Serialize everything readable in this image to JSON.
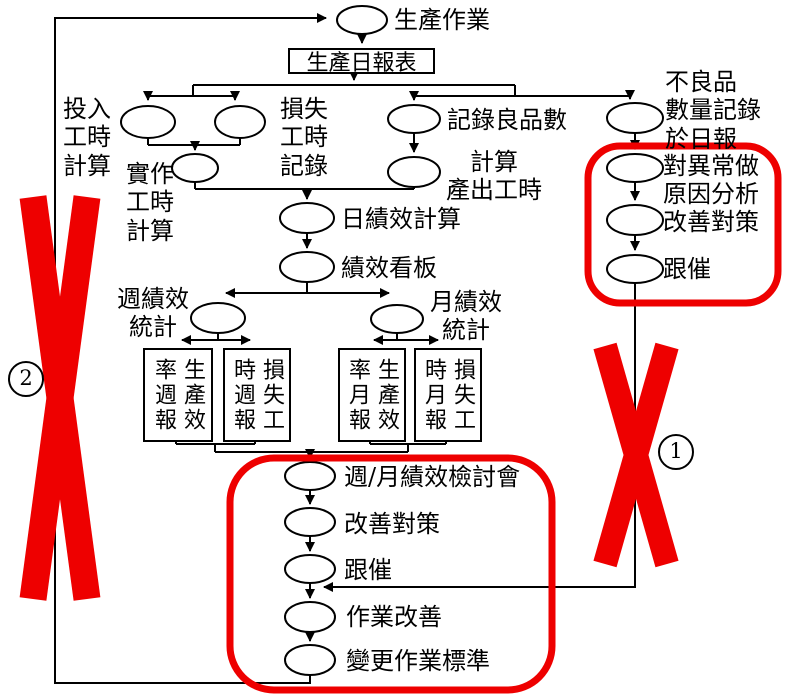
{
  "colors": {
    "highlight": "#ee0000",
    "line": "#000000",
    "background": "#ffffff"
  },
  "nodes": {
    "production_op": {
      "label": "生產作業"
    },
    "daily_report_box": {
      "label": "生產日報表"
    },
    "input_hours": {
      "label": "投入\n工時\n計算"
    },
    "loss_hours": {
      "label": "損失\n工時\n記錄"
    },
    "actual_hours": {
      "label": "實作\n工時\n計算"
    },
    "record_good": {
      "label": "記錄良品數"
    },
    "calc_output": {
      "label": "計算\n產出工時"
    },
    "defect_record": {
      "label": "不良品\n數量記錄\n於日報"
    },
    "daily_perf": {
      "label": "日績效計算"
    },
    "perf_board": {
      "label": "績效看板"
    },
    "weekly_stat": {
      "label": "週績效\n統計"
    },
    "monthly_stat": {
      "label": "月績效\n統計"
    },
    "weekly_eff_report": {
      "label": "生產效\n率週報"
    },
    "weekly_loss_report": {
      "label": "損失工\n時週報"
    },
    "monthly_eff_report": {
      "label": "生產效\n率月報"
    },
    "monthly_loss_report": {
      "label": "損失工\n時月報"
    },
    "review_meeting": {
      "label": "週/月績效檢討會"
    },
    "improve_bottom": {
      "label": "改善對策"
    },
    "follow_bottom": {
      "label": "跟催"
    },
    "op_improve": {
      "label": "作業改善"
    },
    "change_std": {
      "label": "變更作業標準"
    },
    "cause_analysis": {
      "label": "對異常做\n原因分析"
    },
    "improve_right": {
      "label": "改善對策"
    },
    "follow_right": {
      "label": "跟催"
    }
  },
  "annotations": {
    "mark1": "1",
    "mark2": "2"
  }
}
